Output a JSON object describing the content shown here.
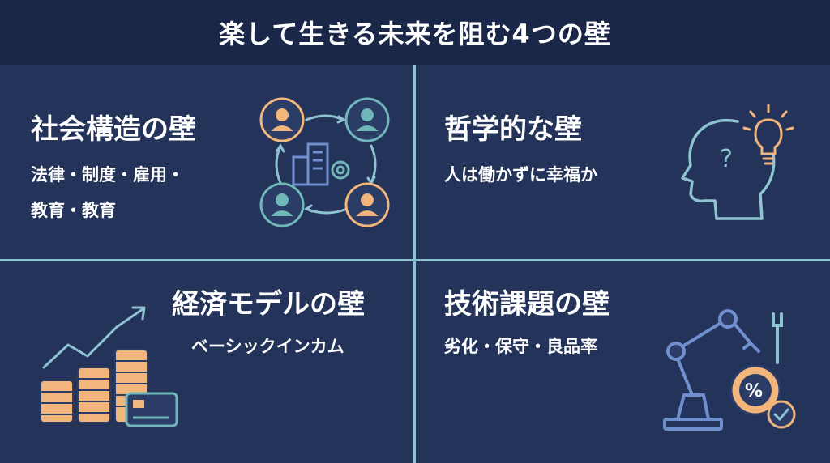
{
  "title": "楽して生きる未来を阻む4つの壁",
  "quadrants": [
    {
      "title": "社会構造の壁",
      "lines": [
        "法律・制度・雇用・",
        "教育・教育"
      ],
      "icon": "people-network-icon"
    },
    {
      "title": "哲学的な壁",
      "lines": [
        "人は働かずに幸福か"
      ],
      "icon": "head-lightbulb-icon"
    },
    {
      "title": "経済モデルの壁",
      "lines": [
        "ベーシックインカム"
      ],
      "icon": "coins-growth-icon"
    },
    {
      "title": "技術課題の壁",
      "lines": [
        "劣化・保守・良品率"
      ],
      "icon": "robot-arm-icon"
    }
  ],
  "colors": {
    "background": "#24335a",
    "title_bar": "#1b2748",
    "divider": "#8fc3d1",
    "accent_orange": "#f2b57c",
    "accent_teal": "#6fb7b9",
    "accent_blue": "#6f8fcf"
  }
}
